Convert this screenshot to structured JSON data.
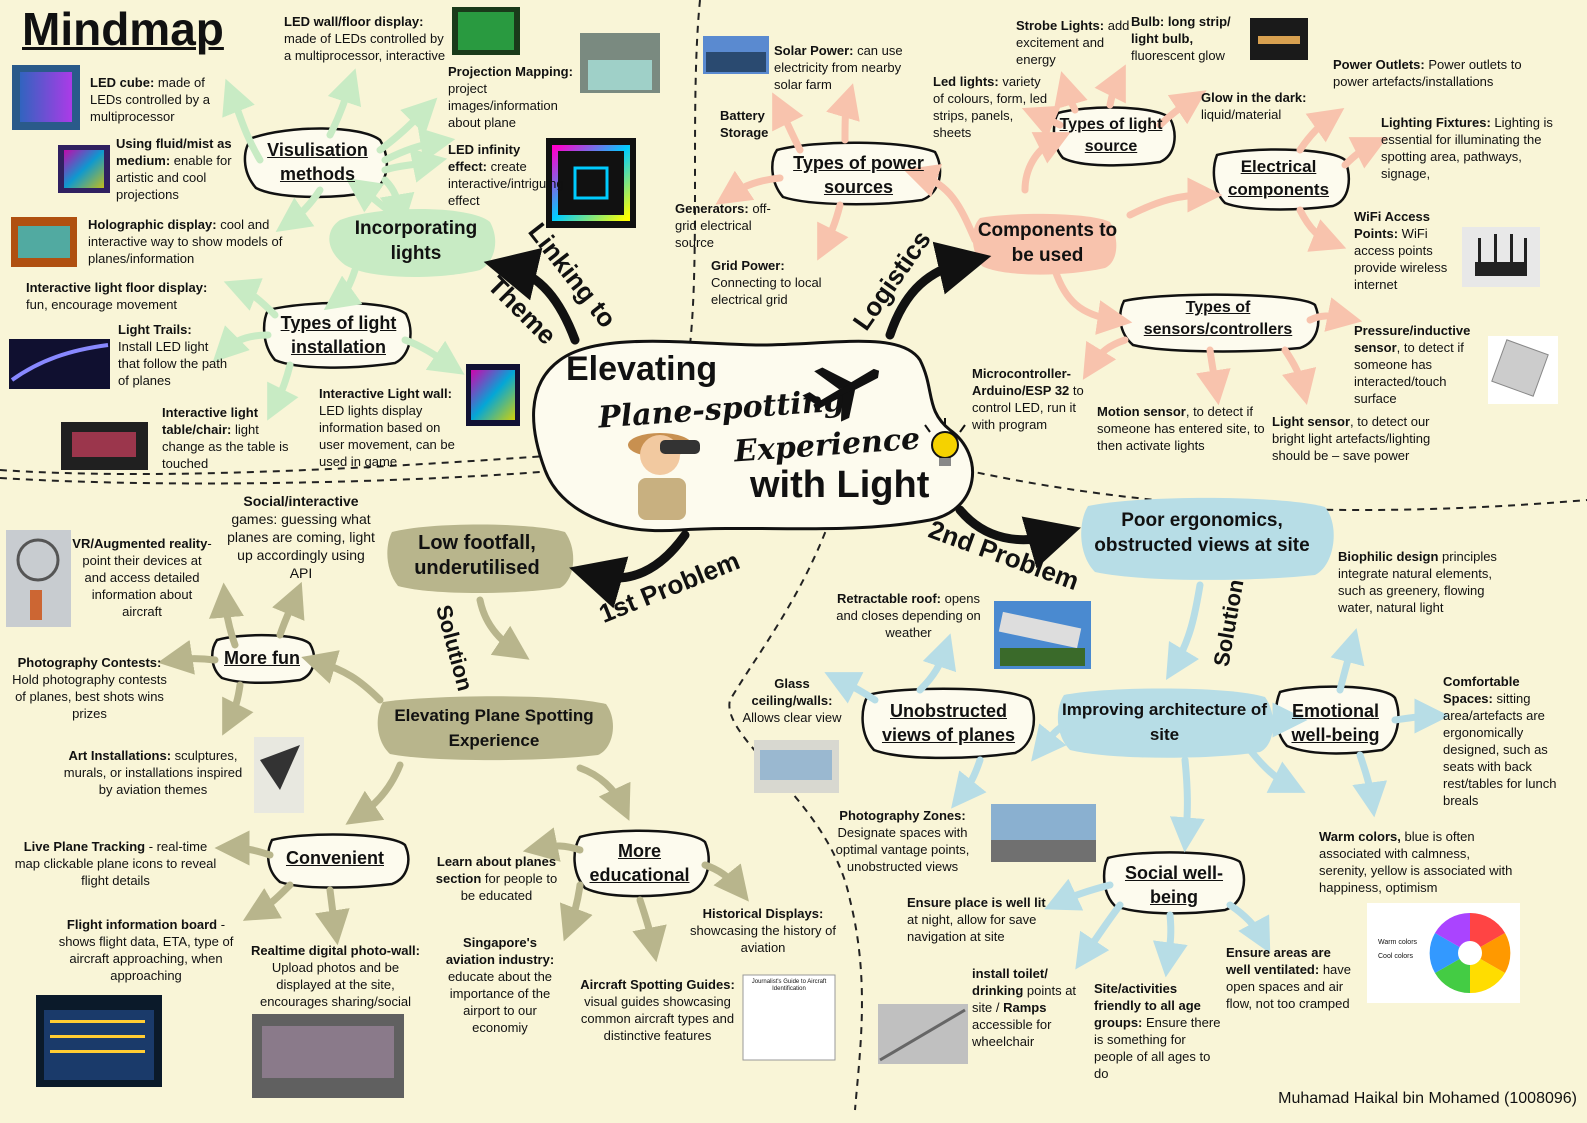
{
  "title": "Mindmap",
  "center": {
    "line1": "Elevating",
    "line2": "Plane-spotting",
    "line3": "Experience",
    "line4": "with Light"
  },
  "arrows": {
    "theme_a": "Linking to",
    "theme_b": "Theme",
    "logistics": "Logistics",
    "problem1": "1st Problem",
    "problem2": "2nd Problem",
    "solution1": "Solution",
    "solution2": "Solution"
  },
  "sections": {
    "incorporating": "Incorporating lights",
    "components": "Components to be used",
    "lowfootfall": "Low footfall, underutilised",
    "elevating": "Elevating Plane Spotting Experience",
    "poor": "Poor ergonomics, obstructed views at site",
    "improving": "Improving architecture of site"
  },
  "nodes": {
    "visualisation": "Visulisation methods",
    "types_install": "Types of light installation",
    "power": "Types of power sources",
    "light_source": "Types of light source",
    "electrical": "Electrical components",
    "sensors": "Types of sensors/controllers",
    "more_fun": "More fun",
    "convenient": "Convenient",
    "educational": "More educational",
    "unobstructed": "Unobstructed views of planes",
    "emotional": "Emotional well-being",
    "social": "Social well-being"
  },
  "notes": {
    "led_cube_b": "LED cube:",
    "led_cube": " made of LEDs controlled by a multiprocessor",
    "led_wall_b": "LED wall/floor display:",
    "led_wall": " made of LEDs controlled by a multiprocessor, interactive",
    "projection_b": "Projection Mapping:",
    "projection": " project images/information about plane",
    "fluid_b": "Using fluid/mist as medium:",
    "fluid": " enable for artistic and cool projections",
    "infinity_b": "LED infinity effect:",
    "infinity": " create interactive/intriguing effect",
    "holo_b": "Holographic display:",
    "holo": " cool and interactive way to show models of planes/information",
    "floor_b": "Interactive light floor display:",
    "floor": " fun, encourage movement",
    "trails_b": "Light Trails:",
    "trails": " Install LED light that follow the path of planes",
    "table_b": "Interactive light table/chair:",
    "table": " light change as the table is touched",
    "iwall_b": "Interactive Light wall:",
    "iwall": " LED lights display information based on user movement, can be used in game",
    "solar_b": "Solar Power:",
    "solar": " can use electricity from nearby solar farm",
    "battery_b": "Battery Storage",
    "battery": "",
    "generators_b": "Generators:",
    "generators": " off-grid electrical source",
    "grid_b": "Grid Power:",
    "grid": " Connecting to local electrical grid",
    "strobe_b": "Strobe Lights:",
    "strobe": " add excitement and energy",
    "bulb_b": "Bulb: long strip/ light bulb,",
    "bulb": " fluorescent glow",
    "led_lights_b": "Led lights:",
    "led_lights": " variety of colours, form, led strips, panels, sheets",
    "glow_b": "Glow in the dark:",
    "glow": " liquid/material",
    "outlets_b": "Power Outlets:",
    "outlets": " Power outlets to power artefacts/installations",
    "fixtures_b": "Lighting Fixtures:",
    "fixtures": " Lighting is essential for illuminating the spotting area, pathways, signage,",
    "wifi_b": "WiFi Access Points:",
    "wifi": " WiFi access points provide wireless internet",
    "pressure_b": "Pressure/inductive sensor",
    "pressure": ", to detect if someone has interacted/touch surface",
    "micro_b": "Microcontroller- Arduino/ESP 32",
    "micro": " to control LED, run it with program",
    "motion_b": "Motion sensor",
    "motion": ", to detect if someone has entered site, to then activate lights",
    "lightsensor_b": "Light sensor",
    "lightsensor": ", to detect our bright light artefacts/lighting should be – save power",
    "social_games_b": "Social/interactive",
    "social_games": " games: guessing what planes are coming, light up accordingly using API",
    "vr_b": "VR/Augmented reality",
    "vr": "- point their devices at and access detailed information about aircraft",
    "photo_contest_b": "Photography Contests:",
    "photo_contest": " Hold photography contests of planes, best shots wins prizes",
    "art_b": "Art Installations:",
    "art": " sculptures, murals, or installations inspired by aviation themes",
    "tracking_b": "Live Plane Tracking",
    "tracking": " - real-time map clickable plane icons to reveal flight details",
    "flight_board_b": "Flight information board",
    "flight_board": " - shows flight data, ETA, type of aircraft approaching, when approaching",
    "photowall_b": "Realtime digital photo-wall:",
    "photowall": " Upload photos and be displayed at the site, encourages sharing/social",
    "learn_b": "Learn about planes section",
    "learn": " for people to be educated",
    "sg_b": "Singapore's aviation industry:",
    "sg": " educate about the importance of the airport to our economiy",
    "historical_b": "Historical Displays:",
    "historical": " showcasing the history of aviation",
    "guides_b": "Aircraft Spotting Guides:",
    "guides": " visual guides showcasing common aircraft types and distinctive features",
    "roof_b": "Retractable roof:",
    "roof": " opens and closes depending on weather",
    "glass_b": "Glass ceiling/walls:",
    "glass": " Allows clear view",
    "zones_b": "Photography Zones:",
    "zones": " Designate spaces with optimal vantage points, unobstructed views",
    "biophilic_b": "Biophilic design",
    "biophilic": " principles integrate natural elements, such as greenery, flowing water, natural light",
    "comfortable_b": "Comfortable Spaces:",
    "comfortable": " sitting area/artefacts are ergonomically designed, such as seats with back rest/tables for lunch breals",
    "warm_b": "Warm colors,",
    "warm": " blue is often associated with calmness, serenity, yellow is associated with happiness, optimism",
    "lit_b": "Ensure place is well lit",
    "lit": " at night, allow for save navigation at site",
    "toilet_b": "install toilet/ drinking",
    "toilet": " points at site / ",
    "ramps_b": "Ramps",
    "ramps": " accessible for wheelchair",
    "agegroups_b": "Site/activities friendly to all age groups:",
    "agegroups": " Ensure there is something for people of all ages to do",
    "ventilated_b": "Ensure areas are well ventilated:",
    "ventilated": " have open spaces and air flow, not too cramped"
  },
  "wheel": {
    "warm": "Warm colors",
    "cool": "Cool colors"
  },
  "guide_title": "Journalist's Guide to Aircraft Identification",
  "credit": "Muhamad Haikal bin Mohamed (1008096)",
  "colors": {
    "bg": "#f9f5d7",
    "green": "#c8ebc4",
    "salmon": "#f8c3ad",
    "olive": "#b8b58c",
    "blue": "#b7dde6"
  }
}
